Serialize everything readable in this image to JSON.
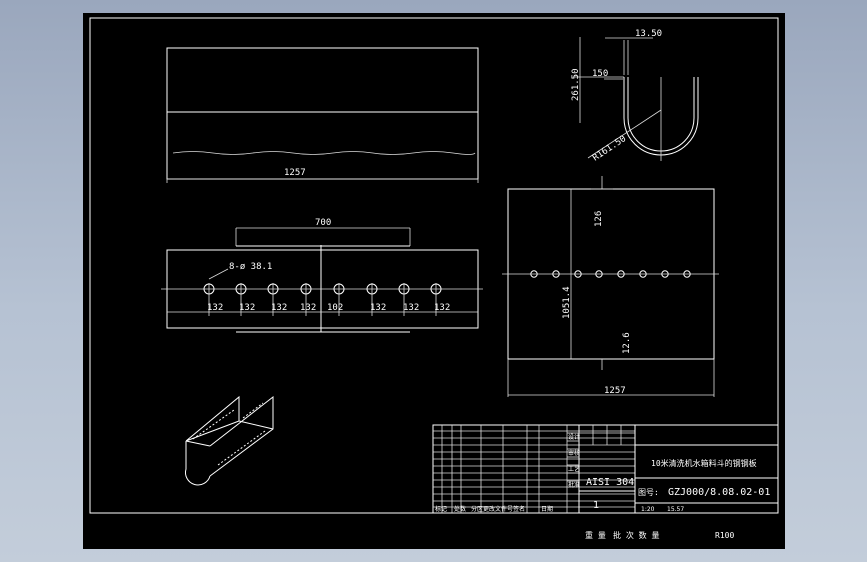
{
  "drawing": {
    "dimensions": {
      "top_view_length": "1257",
      "front_span": "700",
      "hole_spec": "8-ø 38.1",
      "pitches": [
        "132",
        "132",
        "132",
        "132",
        "102",
        "132",
        "132",
        "132"
      ],
      "right_view_length": "1257",
      "right_view_height": "1051.4",
      "right_view_top_offset": "126",
      "right_view_bottom_offset": "12.6",
      "section_width": "13.50",
      "section_flange": "150",
      "section_height": "261.50",
      "section_radius": "R161.50"
    },
    "title_block": {
      "title": "10米清洗机水箱料斗的钢钢板",
      "material": "AISI 304",
      "quantity": "1",
      "drawing_label": "图号:",
      "drawing_number": "GZJ000/8.08.02-01",
      "scale": "1:20",
      "weight": "15.57",
      "row_labels": [
        "标记",
        "处数",
        "分区",
        "更改文件号",
        "签名",
        "日期"
      ],
      "bottom_row_labels": [
        "设计",
        "审核",
        "工艺",
        "批准"
      ]
    },
    "footer": {
      "text_left": "重 量",
      "text_mid": "批 次 数 量",
      "text_right": "R100"
    }
  }
}
